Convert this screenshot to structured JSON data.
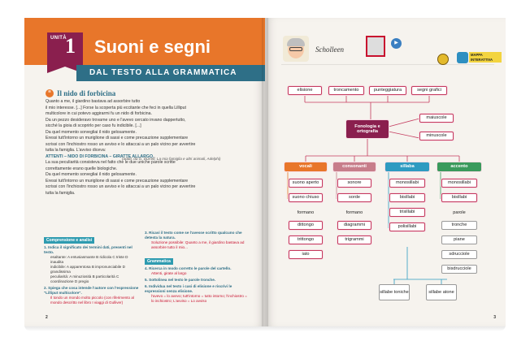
{
  "left_page": {
    "unit_label": "UNITÀ",
    "unit_number": "1",
    "title": "Suoni e segni",
    "subtitle": "DAL TESTO ALLA GRAMMATICA",
    "reading_title": "Il nido di forbicina",
    "reading_lines": [
      "Quanto a me, il giardino bastava ad assorbire tutto",
      "il mio interesse. [...] Forse la scoperta più eccitante che feci in quella Lilliput",
      "multicolore in cui potevo aggirarmi fu un nido di forbicina.",
      "Da un pezzo desideravo trovarne uno e l'avevo cercato invano dappertutto,",
      "sicché la gioia di scoprirlo per caso fu indicibile. [...]",
      "Da quel momento sorvegliai il nido gelosamente.",
      "Eressi tutt'intorno un muriglione di sassi e come precauzione supplementare",
      "scrissi con l'inchiostro rosso un avviso e lo attaccai a un palo vicino per avvertire",
      "tutta la famiglia. L'avviso diceva:",
      "ATTENTI – NIDO DI FORBICINA – GIRATTE ALLARGO.",
      "La sua peculiarità consisteva nel fatto che le due uniche parole scritte",
      "correttamente erano quelle biologiche.",
      "Da quel momento sorvegliai il nido gelosamente.",
      "Eressi tutt'intorno un muriglione di sassi e come precauzione supplementare",
      "scrissi con l'inchiostro rosso un avviso e lo attaccai a un palo vicino per avvertire",
      "tutta la famiglia."
    ],
    "reading_source": "(adatt. da G. Durrell, La mia famiglia e altri animali, Adelphi)",
    "exercises_head_1": "Comprensione e analisi",
    "ex1_title": "Indica il significato dei termini dati, presenti nel testo.",
    "ex1_item_a": "esaltante: A entusiasmante B ridicola C triste D inaudita",
    "ex1_item_b": "indicibile: A apparentosa B impronunciabile D grandissima",
    "ex1_item_c": "peculiarità: A minuziosità B particolarità C coordinazione D pregio",
    "ex2_title": "Spiega che cosa intende l'autore con l'espressione \"Lilliput multicolore\".",
    "ex2_hint": "Il tondo un mondo molto piccolo (con riferimento al mondo descritto nel libro I viaggi di Gulliver)",
    "ex3_title": "Ricavi il testo come se l'avesse scritto qualcuno che detesta la natura.",
    "ex3_hint": "Soluzione possibile: Quanto a me, il giardino bastava ad assorbire tutto il mio...",
    "exercises_head_2": "Grammatica",
    "ex4_title": "Ricerca in modo corretto le parole del cartello.",
    "ex4_hint": "Attenti, girate al largo",
    "ex5_title": "Sottolinea nel testo le parole tronche.",
    "ex6_title": "Individua nel testo i casi di elisione e riscrivi le espressioni senza elisione.",
    "ex6_hint": "l'avevo = lo avevo; tutt'intorno = tutto intorno; l'inchiostro = lo inchiostro; L'avviso = Lo avviso",
    "page_number": "2"
  },
  "right_page": {
    "signature": "Scholleen",
    "map_label": "MAPPA INTERATTIVA",
    "page_number": "3",
    "top_nodes": [
      "elisione",
      "troncamento",
      "punteggiatura",
      "segni grafici"
    ],
    "center_node": "Fonologia e ortografia",
    "case_nodes": [
      "maiuscole",
      "minuscole"
    ],
    "columns": [
      {
        "title": "vocali",
        "color": "#e8762a",
        "items": [
          "suono aperto",
          "suono chiuso"
        ],
        "formano": "formano",
        "subitems": [
          "dittongo",
          "trittongo",
          "iato"
        ]
      },
      {
        "title": "consonanti",
        "color": "#c77d8a",
        "items": [
          "sonore",
          "sorde"
        ],
        "formano": "formano",
        "subitems": [
          "diagrammi",
          "trigrammi"
        ]
      },
      {
        "title": "sillaba",
        "color": "#2e9bc1",
        "items": [
          "monosillabi",
          "bisillabi",
          "trisillabi",
          "polisillabi"
        ]
      },
      {
        "title": "accento",
        "color": "#3a9a5c",
        "items": [
          "monosillabi",
          "bisillabi"
        ],
        "parole": "parole",
        "subitems": [
          "tronche",
          "piane",
          "sdrucciole",
          "bisdrucciole"
        ]
      }
    ],
    "bottom_nodes": [
      "sillabe toniche",
      "sillabe atone"
    ]
  }
}
